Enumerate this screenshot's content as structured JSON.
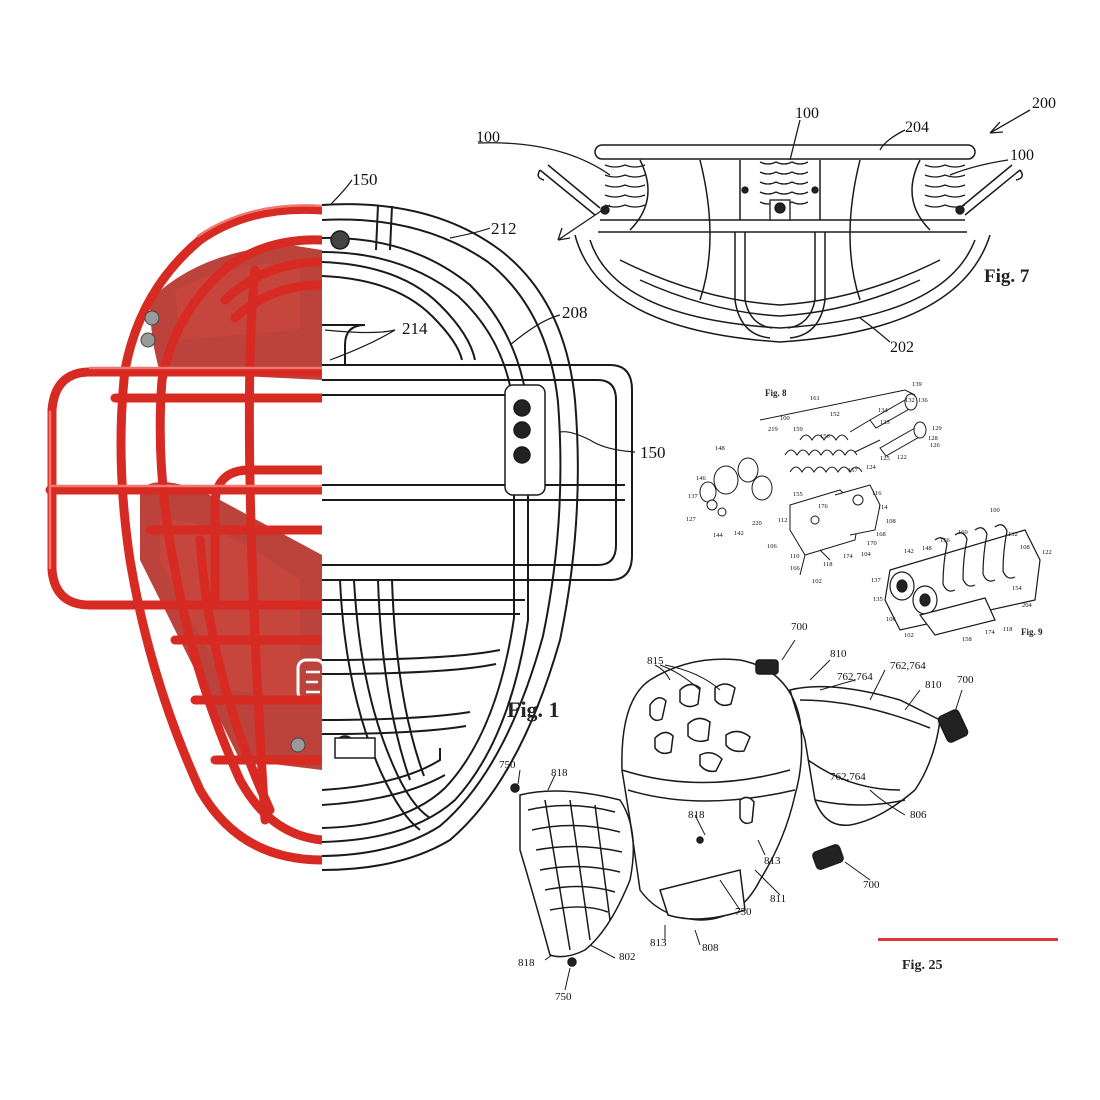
{
  "figures": {
    "fig1": "Fig. 1",
    "fig7": "Fig. 7",
    "fig8": "Fig. 8",
    "fig9": "Fig. 9",
    "fig25": "Fig. 25"
  },
  "colors": {
    "mask_red": "#d72a22",
    "pad_red": "#b5332b",
    "accent_rule": "#e0343a",
    "line": "#1a1a1a"
  },
  "labels_main": {
    "l150_top": "150",
    "l212": "212",
    "l214": "214",
    "l208": "208",
    "l150_side": "150"
  },
  "labels_fig7": {
    "l200": "200",
    "l100_center": "100",
    "l204": "204",
    "l100_left": "100",
    "l100_right": "100",
    "l202": "202"
  },
  "labels_fig8": [
    "139",
    "132",
    "136",
    "134",
    "133",
    "129",
    "128",
    "126",
    "122",
    "124",
    "125",
    "152",
    "161",
    "100",
    "156",
    "157",
    "159",
    "219",
    "155",
    "148",
    "146",
    "137",
    "127",
    "144",
    "142",
    "220",
    "116",
    "114",
    "108",
    "112",
    "176",
    "168",
    "170",
    "106",
    "110",
    "166",
    "118",
    "174",
    "104",
    "102"
  ],
  "labels_fig9": [
    "100",
    "132",
    "160",
    "156",
    "108",
    "122",
    "142",
    "148",
    "137",
    "135",
    "154",
    "204",
    "106",
    "102",
    "158",
    "174",
    "118"
  ],
  "labels_fig25": {
    "l700_top": "700",
    "l810_a": "810",
    "l815": "815",
    "l762_a": "762,764",
    "l762_b": "762,764",
    "l810_b": "810",
    "l700_right": "700",
    "l750_left": "750",
    "l818_top": "818",
    "l762_c": "762,764",
    "l806": "806",
    "l818_mid": "818",
    "l813_a": "813",
    "l700_bottom": "700",
    "l811": "811",
    "l750_mid": "750",
    "l813_b": "813",
    "l808": "808",
    "l818_bottom": "818",
    "l802": "802",
    "l750_bottom": "750"
  }
}
